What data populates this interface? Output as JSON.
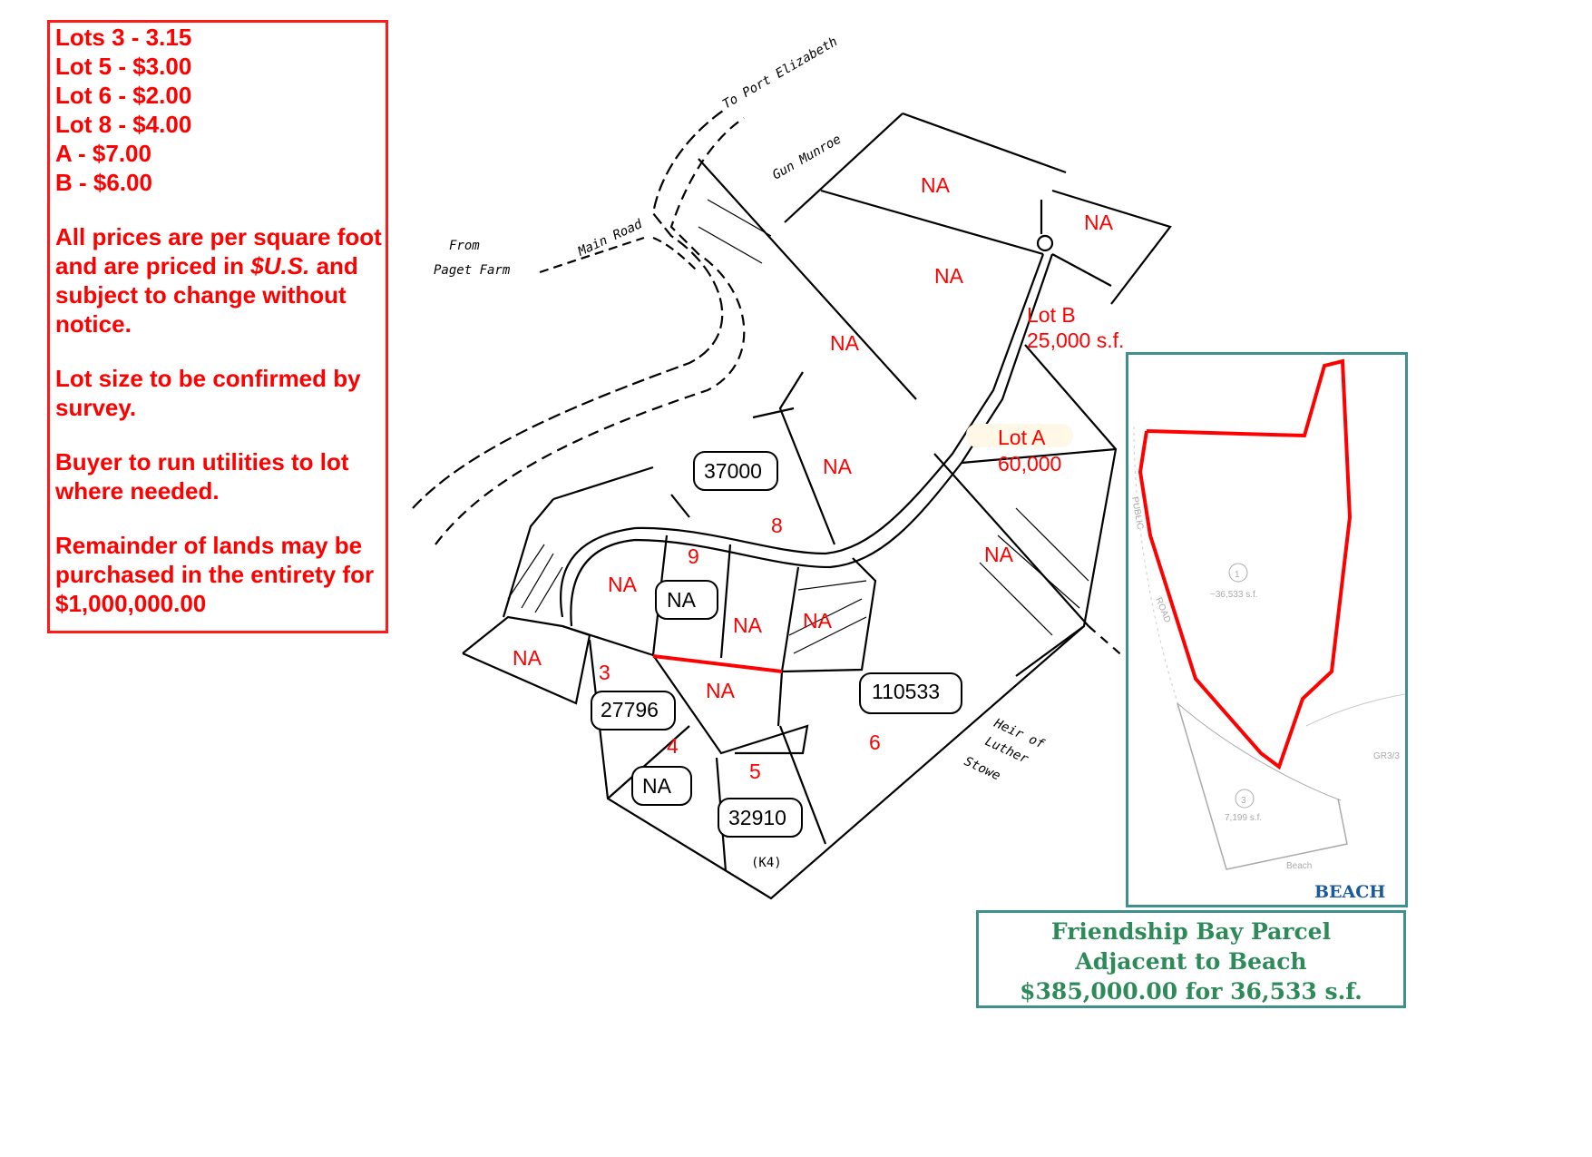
{
  "price_box": {
    "prices": [
      "Lots 3 - 3.15",
      "Lot 5 - $3.00",
      "Lot 6 - $2.00",
      "Lot 8 - $4.00",
      "A - $7.00",
      "B - $6.00"
    ],
    "note1_a": "All prices are per square foot and are priced in",
    "note1_currency": "$U.S.",
    "note1_b": "and subject to change without notice.",
    "note2": "Lot size to be confirmed by survey.",
    "note3": "Buyer to run utilities to lot where needed.",
    "note4": "Remainder of lands may be purchased in the entirety for $1,000,000.00"
  },
  "map": {
    "handwritten": {
      "to_port": "To Port Elizabeth",
      "gun": "Gun Munroe",
      "from": "From",
      "paget": "Paget Farm",
      "main_road": "Main Road",
      "heir": "Heir of",
      "luther": "Luther",
      "stowe": "Stowe",
      "k4": "(K4)"
    },
    "lots": {
      "na": "NA",
      "lot_b": "Lot B",
      "lot_b_size": "25,000 s.f.",
      "lot_a": "Lot A",
      "lot_a_size": "60,000",
      "n8": "8",
      "n9": "9",
      "n3": "3",
      "n4": "4",
      "n5": "5",
      "n6": "6",
      "s37000": "37000",
      "s27796": "27796",
      "s110533": "110533",
      "s32910": "32910"
    }
  },
  "inset": {
    "road_1": "PUBLIC",
    "road_2": "ROAD",
    "parcel1_num": "1",
    "parcel1_size": "~36,533 s.f.",
    "parcel3_num": "3",
    "parcel3_size": "7,199 s.f.",
    "beach_small": "Beach",
    "gr": "GR3/3",
    "beach": "BEACH"
  },
  "caption": {
    "line1": "Friendship Bay Parcel",
    "line2": "Adjacent to Beach",
    "line3": "$385,000.00 for 36,533 s.f."
  },
  "colors": {
    "accent_red": "#ff0000",
    "frame_teal": "#3f8f8a",
    "caption_green": "#2f8a5a",
    "beach_blue": "#1a5a9a"
  }
}
